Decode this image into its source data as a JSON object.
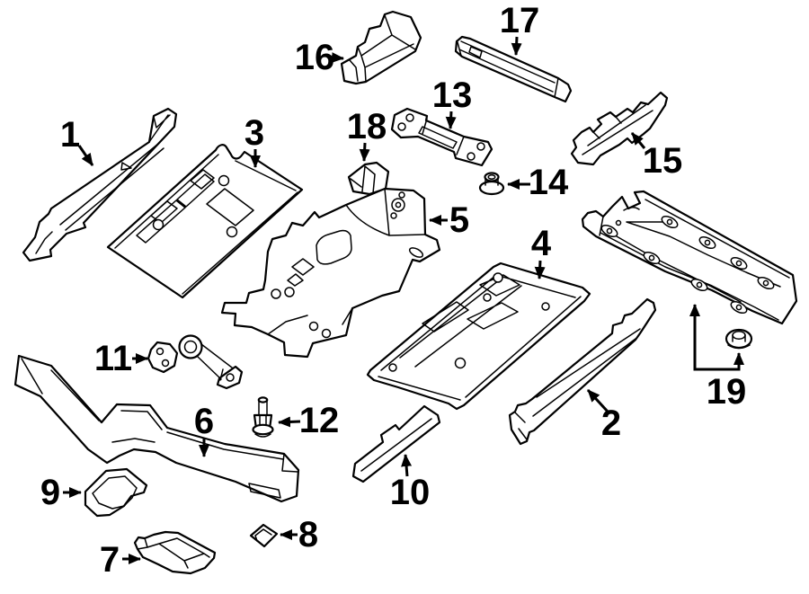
{
  "diagram": {
    "background_color": "#ffffff",
    "line_color": "#000000",
    "callouts": [
      {
        "label": "1"
      },
      {
        "label": "2"
      },
      {
        "label": "3"
      },
      {
        "label": "4"
      },
      {
        "label": "5"
      },
      {
        "label": "6"
      },
      {
        "label": "7"
      },
      {
        "label": "8"
      },
      {
        "label": "9"
      },
      {
        "label": "10"
      },
      {
        "label": "11"
      },
      {
        "label": "12"
      },
      {
        "label": "13"
      },
      {
        "label": "14"
      },
      {
        "label": "15"
      },
      {
        "label": "16"
      },
      {
        "label": "17"
      },
      {
        "label": "18"
      },
      {
        "label": "19"
      }
    ]
  }
}
